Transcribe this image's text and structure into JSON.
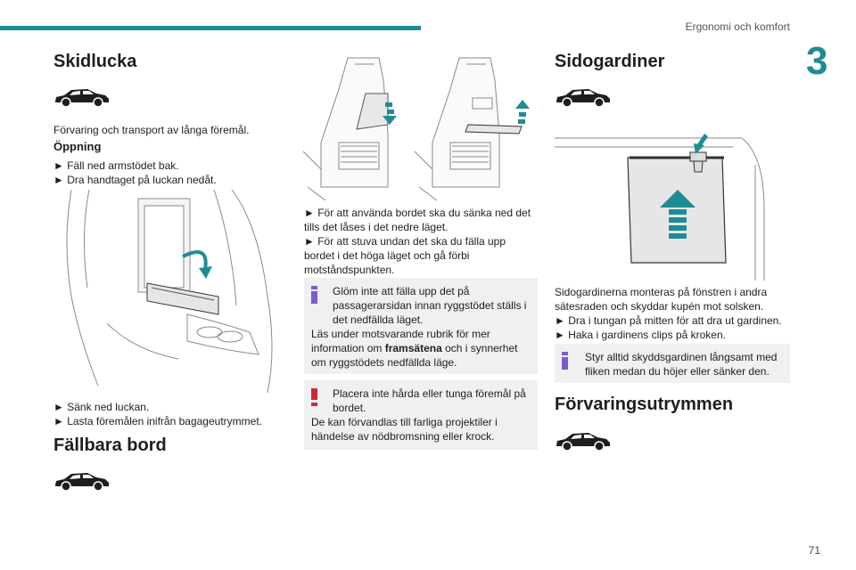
{
  "header": {
    "section": "Ergonomi och komfort",
    "chapter": "3",
    "page": "71"
  },
  "colors": {
    "accent": "#1e8c95",
    "warning": "#d0243a",
    "note_bg": "#eef0f2"
  },
  "col1": {
    "title": "Skidlucka",
    "intro": "Förvaring och transport av långa föremål.",
    "subhead": "Öppning",
    "steps1": [
      "► Fäll ned armstödet bak.",
      "► Dra handtaget på luckan nedåt."
    ],
    "steps2": [
      "► Sänk ned luckan.",
      "► Lasta föremålen inifrån bagageutrymmet."
    ],
    "title2": "Fällbara bord"
  },
  "col2": {
    "p1": "► För att använda bordet ska du sänka ned det tills det låses i det nedre läget.",
    "p2": "► För att stuva undan det ska du fälla upp bordet i det höga läget och gå förbi motståndspunkten.",
    "info_line1": "Glöm inte att fälla upp det på",
    "info_line2": "passagerarsidan innan ryggstödet ställs i det nedfällda läget.",
    "info_line3_pre": "Läs under motsvarande rubrik för mer information om",
    "info_line3_bold": "framsätena",
    "info_line3_post": "och i synnerhet om ryggstödets nedfällda läge.",
    "warn_line1": "Placera inte hårda eller tunga föremål på",
    "warn_line2": "bordet.",
    "warn_line3": "De kan förvandlas till farliga projektiler i händelse av nödbromsning eller krock."
  },
  "col3": {
    "title": "Sidogardiner",
    "p1": "Sidogardinerna monteras på fönstren i andra sätesraden och skyddar kupén mot solsken.",
    "steps": [
      "► Dra i tungan på mitten för att dra ut gardinen.",
      "► Haka i gardinens clips på kroken."
    ],
    "info_line1": "Styr alltid skyddsgardinen långsamt med",
    "info_line2": "fliken medan du höjer eller sänker den.",
    "title2": "Förvaringsutrymmen"
  },
  "icons": [
    "car-silhouette-icon",
    "info-icon",
    "warning-icon"
  ]
}
